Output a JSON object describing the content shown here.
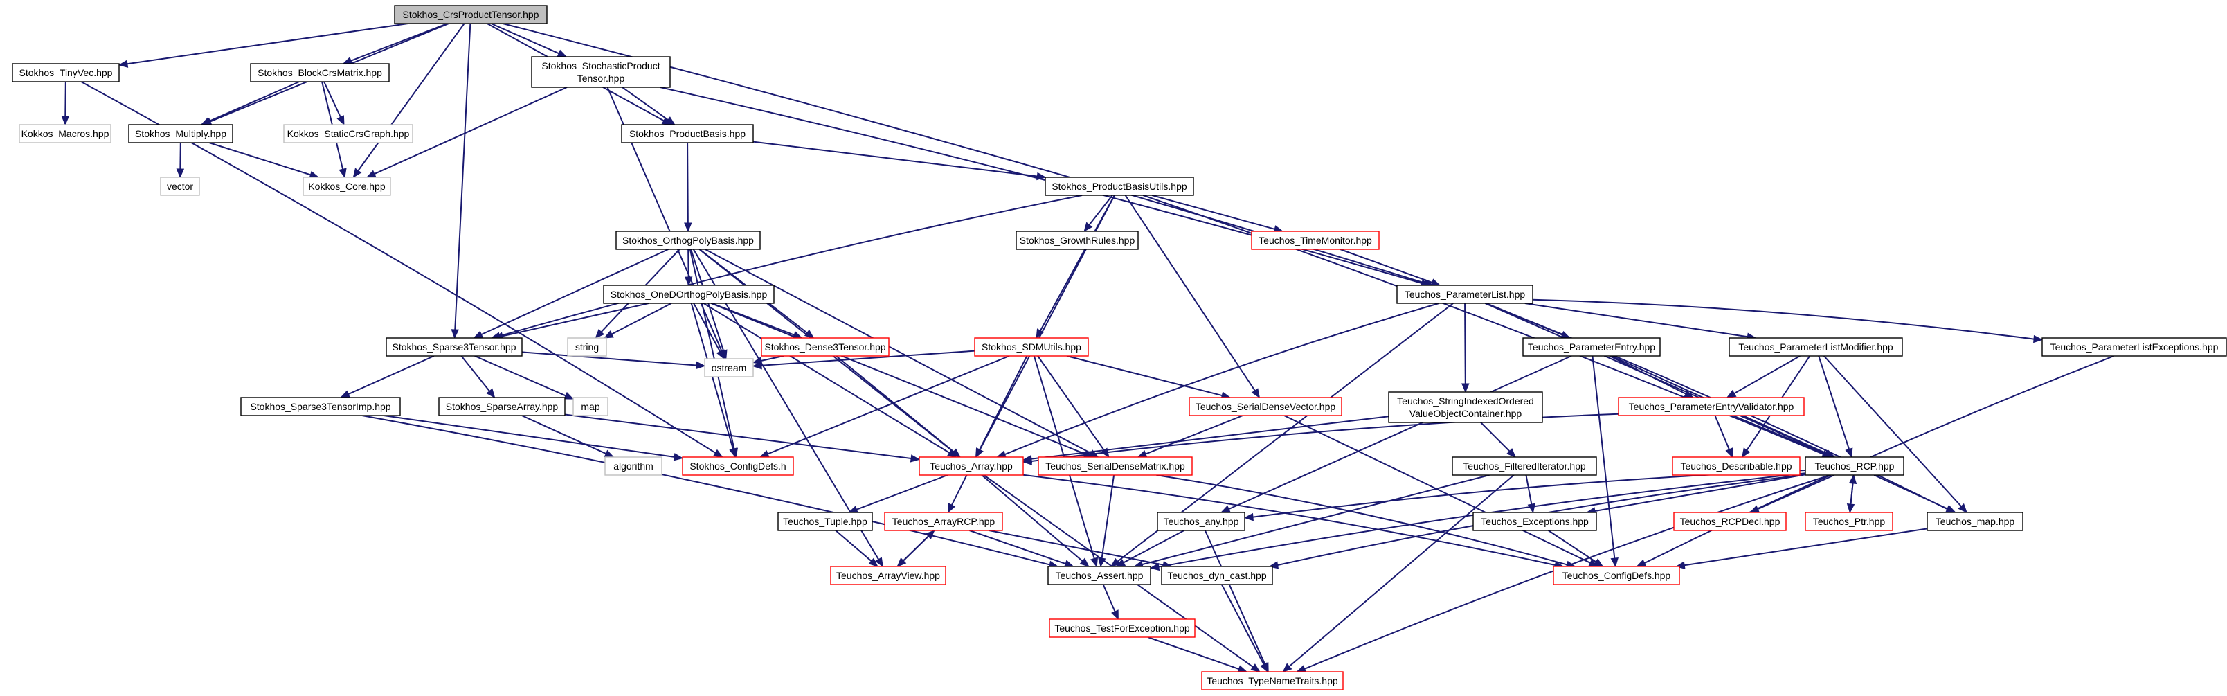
{
  "nodes": [
    {
      "id": "crs",
      "lines": [
        "Stokhos_CrsProductTensor.hpp"
      ],
      "border": "black",
      "fill": "#bfbfbf"
    },
    {
      "id": "tinyvec",
      "lines": [
        "Stokhos_TinyVec.hpp"
      ],
      "border": "black"
    },
    {
      "id": "blockcrs",
      "lines": [
        "Stokhos_BlockCrsMatrix.hpp"
      ],
      "border": "black"
    },
    {
      "id": "stochprod",
      "lines": [
        "Stokhos_StochasticProduct",
        "Tensor.hpp"
      ],
      "border": "black"
    },
    {
      "id": "kmacros",
      "lines": [
        "Kokkos_Macros.hpp"
      ],
      "border": "gray"
    },
    {
      "id": "kstatic",
      "lines": [
        "Kokkos_StaticCrsGraph.hpp"
      ],
      "border": "gray"
    },
    {
      "id": "multiply",
      "lines": [
        "Stokhos_Multiply.hpp"
      ],
      "border": "black"
    },
    {
      "id": "vector",
      "lines": [
        "vector"
      ],
      "border": "gray"
    },
    {
      "id": "kcore",
      "lines": [
        "Kokkos_Core.hpp"
      ],
      "border": "gray"
    },
    {
      "id": "prodbasis",
      "lines": [
        "Stokhos_ProductBasis.hpp"
      ],
      "border": "black"
    },
    {
      "id": "pbutils",
      "lines": [
        "Stokhos_ProductBasisUtils.hpp"
      ],
      "border": "black"
    },
    {
      "id": "growth",
      "lines": [
        "Stokhos_GrowthRules.hpp"
      ],
      "border": "black"
    },
    {
      "id": "timemon",
      "lines": [
        "Teuchos_TimeMonitor.hpp"
      ],
      "border": "red"
    },
    {
      "id": "orthopoly",
      "lines": [
        "Stokhos_OrthogPolyBasis.hpp"
      ],
      "border": "black"
    },
    {
      "id": "param",
      "lines": [
        "Teuchos_ParameterList.hpp"
      ],
      "border": "black"
    },
    {
      "id": "oned",
      "lines": [
        "Stokhos_OneDOrthogPolyBasis.hpp"
      ],
      "border": "black"
    },
    {
      "id": "sparse3",
      "lines": [
        "Stokhos_Sparse3Tensor.hpp"
      ],
      "border": "black"
    },
    {
      "id": "string",
      "lines": [
        "string"
      ],
      "border": "gray"
    },
    {
      "id": "dense3",
      "lines": [
        "Stokhos_Dense3Tensor.hpp"
      ],
      "border": "red"
    },
    {
      "id": "sdm",
      "lines": [
        "Stokhos_SDMUtils.hpp"
      ],
      "border": "red"
    },
    {
      "id": "pentry",
      "lines": [
        "Teuchos_ParameterEntry.hpp"
      ],
      "border": "black"
    },
    {
      "id": "plmod",
      "lines": [
        "Teuchos_ParameterListModifier.hpp"
      ],
      "border": "black"
    },
    {
      "id": "plexc",
      "lines": [
        "Teuchos_ParameterListExceptions.hpp"
      ],
      "border": "black"
    },
    {
      "id": "ostream",
      "lines": [
        "ostream"
      ],
      "border": "gray"
    },
    {
      "id": "map",
      "lines": [
        "map"
      ],
      "border": "gray"
    },
    {
      "id": "s3imp",
      "lines": [
        "Stokhos_Sparse3TensorImp.hpp"
      ],
      "border": "black"
    },
    {
      "id": "sparsearr",
      "lines": [
        "Stokhos_SparseArray.hpp"
      ],
      "border": "black"
    },
    {
      "id": "sdv",
      "lines": [
        "Teuchos_SerialDenseVector.hpp"
      ],
      "border": "red"
    },
    {
      "id": "strindexed",
      "lines": [
        "Teuchos_StringIndexedOrdered",
        "ValueObjectContainer.hpp"
      ],
      "border": "black"
    },
    {
      "id": "pev",
      "lines": [
        "Teuchos_ParameterEntryValidator.hpp"
      ],
      "border": "red"
    },
    {
      "id": "algorithm",
      "lines": [
        "algorithm"
      ],
      "border": "gray"
    },
    {
      "id": "configdefsh",
      "lines": [
        "Stokhos_ConfigDefs.h"
      ],
      "border": "red"
    },
    {
      "id": "array",
      "lines": [
        "Teuchos_Array.hpp"
      ],
      "border": "red"
    },
    {
      "id": "sdmat",
      "lines": [
        "Teuchos_SerialDenseMatrix.hpp"
      ],
      "border": "red"
    },
    {
      "id": "filtered",
      "lines": [
        "Teuchos_FilteredIterator.hpp"
      ],
      "border": "black"
    },
    {
      "id": "describable",
      "lines": [
        "Teuchos_Describable.hpp"
      ],
      "border": "red"
    },
    {
      "id": "rcp",
      "lines": [
        "Teuchos_RCP.hpp"
      ],
      "border": "black"
    },
    {
      "id": "tuple",
      "lines": [
        "Teuchos_Tuple.hpp"
      ],
      "border": "black"
    },
    {
      "id": "arrayrcp",
      "lines": [
        "Teuchos_ArrayRCP.hpp"
      ],
      "border": "red"
    },
    {
      "id": "any",
      "lines": [
        "Teuchos_any.hpp"
      ],
      "border": "black"
    },
    {
      "id": "exceptions",
      "lines": [
        "Teuchos_Exceptions.hpp"
      ],
      "border": "black"
    },
    {
      "id": "rcpdecl",
      "lines": [
        "Teuchos_RCPDecl.hpp"
      ],
      "border": "red"
    },
    {
      "id": "ptr",
      "lines": [
        "Teuchos_Ptr.hpp"
      ],
      "border": "red"
    },
    {
      "id": "tmap",
      "lines": [
        "Teuchos_map.hpp"
      ],
      "border": "black"
    },
    {
      "id": "arrayview",
      "lines": [
        "Teuchos_ArrayView.hpp"
      ],
      "border": "red"
    },
    {
      "id": "assert",
      "lines": [
        "Teuchos_Assert.hpp"
      ],
      "border": "black"
    },
    {
      "id": "dyncast",
      "lines": [
        "Teuchos_dyn_cast.hpp"
      ],
      "border": "black"
    },
    {
      "id": "tconfig",
      "lines": [
        "Teuchos_ConfigDefs.hpp"
      ],
      "border": "red"
    },
    {
      "id": "testexc",
      "lines": [
        "Teuchos_TestForException.hpp"
      ],
      "border": "red"
    },
    {
      "id": "typename",
      "lines": [
        "Teuchos_TypeNameTraits.hpp"
      ],
      "border": "red"
    }
  ],
  "colors": {
    "edge": "#191970",
    "border_black": "#000000",
    "border_red": "#ff0000",
    "border_gray": "#bfbfbf",
    "root_fill": "#bfbfbf"
  }
}
